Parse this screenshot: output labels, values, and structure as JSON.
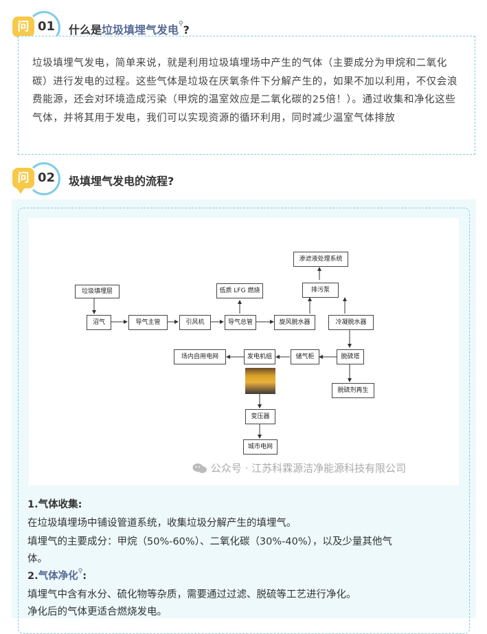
{
  "q1": {
    "badge": "问",
    "number": "01",
    "title_prefix": "什么是",
    "title_link": "垃圾填埋气发电",
    "title_suffix": "?",
    "body": "垃圾填埋气发电，简单来说，就是利用垃圾填埋场中产生的气体（主要成分为甲烷和二氧化碳）进行发电的过程。这些气体是垃圾在厌氧条件下分解产生的，如果不加以利用，不仅会浪费能源，还会对环境造成污染（甲烷的温室效应是二氧化碳的25倍！）。通过收集和净化这些气体，并将其用于发电，我们可以实现资源的循环利用，同时减少温室气体排放"
  },
  "q2": {
    "badge": "问",
    "number": "02",
    "title": "圾填埋气发电的流程?"
  },
  "diagram": {
    "nodes": {
      "landfill_layer": "垃圾填埋层",
      "biogas": "沼气",
      "main_pipe": "导气主管",
      "induced_fan": "引风机",
      "header_pipe": "导气总管",
      "low_lfg": "低质 LFG 燃烧",
      "cyclone": "旋风脱水器",
      "drain_pump": "排污泵",
      "leachate": "渗滤液处理系统",
      "cold_dewater": "冷凝脱水器",
      "desulfur": "脱硫塔",
      "desulf_regen": "脱硫剂再生",
      "gas_holder": "储气柜",
      "genset": "发电机组",
      "plant_grid": "场内自用电网",
      "transformer": "变压器",
      "city_grid": "城市电网"
    },
    "watermark": "公众号 · 江苏科霖源洁净能源科技有限公司"
  },
  "section1": {
    "heading": "1.气体收集:",
    "line1": "在垃圾填埋场中铺设管道系统，收集垃圾分解产生的填埋气。",
    "line2": "填埋气的主要成分：甲烷（50%-60%）、二氧化碳（30%-40%），以及少量其他气",
    "line3": "体。"
  },
  "section2": {
    "heading_prefix": "2.",
    "heading_link": "气体净化",
    "heading_suffix": ":",
    "line1": "填埋气中含有水分、硫化物等杂质，需要通过过滤、脱硫等工艺进行净化。",
    "line2": "净化后的气体更适合燃烧发电。"
  },
  "colors": {
    "accent_blue": "#7ecbe8",
    "badge_yellow": "#f7c94a",
    "link": "#576b95",
    "panel_bg": "#eef9fc"
  }
}
